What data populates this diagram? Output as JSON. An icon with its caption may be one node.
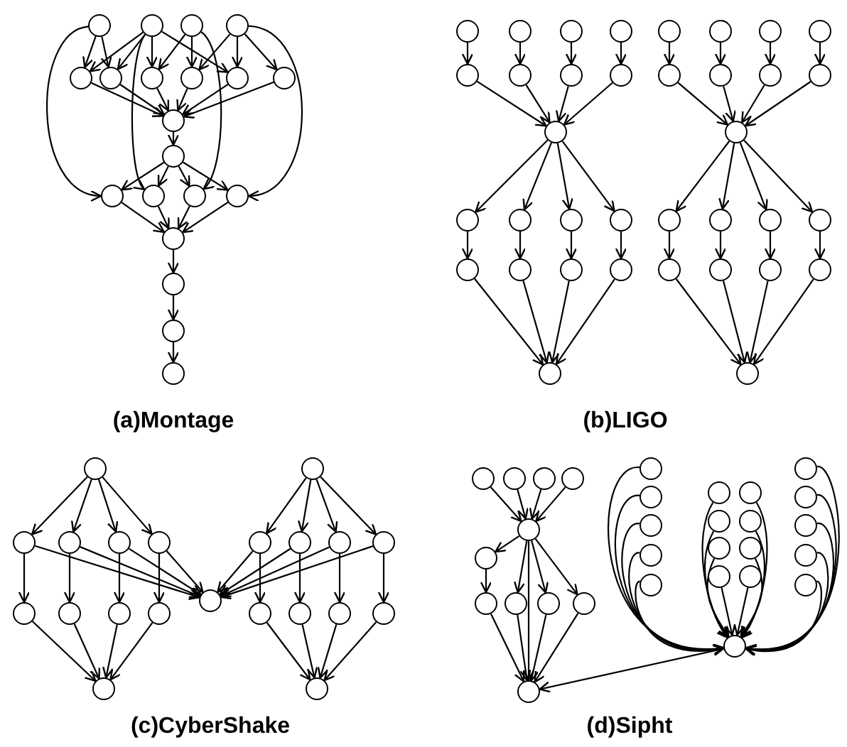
{
  "diagram": {
    "nodes": [
      {
        "text": [],
        "shape": "circle"
      },
      {
        "text": [],
        "shape": "circle"
      },
      {
        "text": [],
        "shape": "circle"
      },
      {
        "text": [],
        "shape": "circle"
      },
      {
        "text": [],
        "shape": "circle"
      },
      {
        "text": [],
        "shape": "circle"
      },
      {
        "text": [],
        "shape": "circle"
      },
      {
        "text": [],
        "shape": "circle"
      },
      {
        "text": [],
        "shape": "circle"
      },
      {
        "text": [],
        "shape": "circle"
      },
      {
        "text": [],
        "shape": "circle"
      },
      {
        "text": [],
        "shape": "circle"
      },
      {
        "text": [],
        "shape": "circle"
      },
      {
        "text": [],
        "shape": "circle"
      },
      {
        "text": [],
        "shape": "circle"
      },
      {
        "text": [],
        "shape": "circle"
      },
      {
        "text": [],
        "shape": "circle"
      },
      {
        "text": [],
        "shape": "circle"
      },
      {
        "text": [],
        "shape": "circle"
      },
      {
        "text": [],
        "shape": "circle"
      },
      {
        "text": [],
        "shape": "circle"
      },
      {
        "text": [],
        "shape": "circle"
      },
      {
        "text": [],
        "shape": "circle"
      },
      {
        "text": [],
        "shape": "circle"
      },
      {
        "text": [],
        "shape": "circle"
      },
      {
        "text": [],
        "shape": "circle"
      },
      {
        "text": [],
        "shape": "circle"
      },
      {
        "text": [],
        "shape": "circle"
      },
      {
        "text": [],
        "shape": "circle"
      },
      {
        "text": [],
        "shape": "circle"
      },
      {
        "text": [],
        "shape": "circle"
      },
      {
        "text": [],
        "shape": "circle"
      },
      {
        "text": [],
        "shape": "circle"
      },
      {
        "text": [],
        "shape": "circle"
      },
      {
        "text": [],
        "shape": "circle"
      },
      {
        "text": [],
        "shape": "circle"
      },
      {
        "text": [],
        "shape": "circle"
      },
      {
        "text": [],
        "shape": "circle"
      },
      {
        "text": [],
        "shape": "circle"
      },
      {
        "text": [],
        "shape": "circle"
      },
      {
        "text": [],
        "shape": "circle"
      },
      {
        "text": [],
        "shape": "circle"
      },
      {
        "text": [],
        "shape": "circle"
      },
      {
        "text": [],
        "shape": "circle"
      },
      {
        "text": [],
        "shape": "circle"
      },
      {
        "text": [],
        "shape": "circle"
      },
      {
        "text": [],
        "shape": "circle"
      },
      {
        "text": [],
        "shape": "circle"
      },
      {
        "text": [],
        "shape": "circle"
      },
      {
        "text": [],
        "shape": "circle"
      },
      {
        "text": [],
        "shape": "circle"
      },
      {
        "text": [],
        "shape": "circle"
      },
      {
        "text": [],
        "shape": "circle"
      },
      {
        "text": [],
        "shape": "circle"
      },
      {
        "text": [],
        "shape": "circle"
      },
      {
        "text": [],
        "shape": "circle"
      },
      {
        "text": [],
        "shape": "circle"
      },
      {
        "text": [],
        "shape": "circle"
      },
      {
        "text": [],
        "shape": "circle"
      },
      {
        "text": [],
        "shape": "circle"
      },
      {
        "text": [],
        "shape": "circle"
      },
      {
        "text": [],
        "shape": "circle"
      },
      {
        "text": [],
        "shape": "circle"
      },
      {
        "text": [],
        "shape": "circle"
      },
      {
        "text": [],
        "shape": "circle"
      },
      {
        "text": [],
        "shape": "circle"
      },
      {
        "text": [],
        "shape": "circle"
      },
      {
        "text": [],
        "shape": "circle"
      },
      {
        "text": [],
        "shape": "circle"
      },
      {
        "text": [],
        "shape": "circle"
      },
      {
        "text": [],
        "shape": "circle"
      },
      {
        "text": [],
        "shape": "circle"
      },
      {
        "text": [],
        "shape": "circle"
      },
      {
        "text": [],
        "shape": "circle"
      },
      {
        "text": [],
        "shape": "circle"
      },
      {
        "text": [],
        "shape": "circle"
      },
      {
        "text": [],
        "shape": "circle"
      },
      {
        "text": [],
        "shape": "circle"
      },
      {
        "text": [],
        "shape": "circle"
      },
      {
        "text": [],
        "shape": "circle"
      },
      {
        "text": [],
        "shape": "circle"
      },
      {
        "text": [],
        "shape": "circle"
      },
      {
        "text": [],
        "shape": "circle"
      },
      {
        "text": [],
        "shape": "circle"
      },
      {
        "text": [],
        "shape": "circle"
      },
      {
        "text": [],
        "shape": "circle"
      },
      {
        "text": [],
        "shape": "circle"
      },
      {
        "text": [],
        "shape": "circle"
      },
      {
        "text": [],
        "shape": "circle"
      },
      {
        "text": [],
        "shape": "circle"
      },
      {
        "text": [],
        "shape": "circle"
      },
      {
        "text": [],
        "shape": "circle"
      },
      {
        "text": [],
        "shape": "circle"
      },
      {
        "text": [],
        "shape": "circle"
      },
      {
        "text": [],
        "shape": "circle"
      },
      {
        "text": [],
        "shape": "circle"
      },
      {
        "text": [],
        "shape": "circle"
      },
      {
        "text": [],
        "shape": "circle"
      },
      {
        "text": [],
        "shape": "circle"
      },
      {
        "text": [],
        "shape": "circle"
      },
      {
        "text": [],
        "shape": "circle"
      },
      {
        "text": [],
        "shape": "circle"
      },
      {
        "text": [],
        "shape": "circle"
      },
      {
        "text": [],
        "shape": "circle"
      },
      {
        "text": [],
        "shape": "circle"
      },
      {
        "text": [],
        "shape": "circle"
      },
      {
        "text": [],
        "shape": "circle"
      }
    ],
    "edges": [
      {
        "from": 0,
        "to": 4,
        "arrow": "to"
      },
      {
        "from": 0,
        "to": 5,
        "arrow": "to"
      },
      {
        "from": 0,
        "to": 12,
        "arrow": "to"
      },
      {
        "from": 1,
        "to": 4,
        "arrow": "to"
      },
      {
        "from": 1,
        "to": 5,
        "arrow": "to"
      },
      {
        "from": 1,
        "to": 6,
        "arrow": "to"
      },
      {
        "from": 1,
        "to": 8,
        "arrow": "to"
      },
      {
        "from": 1,
        "to": 13,
        "arrow": "to"
      },
      {
        "from": 2,
        "to": 6,
        "arrow": "to"
      },
      {
        "from": 2,
        "to": 7,
        "arrow": "to"
      },
      {
        "from": 2,
        "to": 14,
        "arrow": "to"
      },
      {
        "from": 3,
        "to": 7,
        "arrow": "to"
      },
      {
        "from": 3,
        "to": 8,
        "arrow": "to"
      },
      {
        "from": 3,
        "to": 9,
        "arrow": "to"
      },
      {
        "from": 3,
        "to": 15,
        "arrow": "to"
      },
      {
        "from": 4,
        "to": 10,
        "arrow": "to"
      },
      {
        "from": 5,
        "to": 10,
        "arrow": "to"
      },
      {
        "from": 6,
        "to": 10,
        "arrow": "to"
      },
      {
        "from": 7,
        "to": 10,
        "arrow": "to"
      },
      {
        "from": 8,
        "to": 10,
        "arrow": "to"
      },
      {
        "from": 9,
        "to": 10,
        "arrow": "to"
      },
      {
        "from": 10,
        "to": 11,
        "arrow": "to"
      },
      {
        "from": 11,
        "to": 12,
        "arrow": "to"
      },
      {
        "from": 11,
        "to": 13,
        "arrow": "to"
      },
      {
        "from": 11,
        "to": 14,
        "arrow": "to"
      },
      {
        "from": 11,
        "to": 15,
        "arrow": "to"
      },
      {
        "from": 12,
        "to": 16,
        "arrow": "to"
      },
      {
        "from": 13,
        "to": 16,
        "arrow": "to"
      },
      {
        "from": 14,
        "to": 16,
        "arrow": "to"
      },
      {
        "from": 15,
        "to": 16,
        "arrow": "to"
      },
      {
        "from": 16,
        "to": 17,
        "arrow": "to"
      },
      {
        "from": 17,
        "to": 18,
        "arrow": "to"
      },
      {
        "from": 18,
        "to": 19,
        "arrow": "to"
      },
      {
        "from": 20,
        "to": 24,
        "arrow": "to"
      },
      {
        "from": 21,
        "to": 25,
        "arrow": "to"
      },
      {
        "from": 22,
        "to": 26,
        "arrow": "to"
      },
      {
        "from": 23,
        "to": 27,
        "arrow": "to"
      },
      {
        "from": 24,
        "to": 28,
        "arrow": "to"
      },
      {
        "from": 25,
        "to": 28,
        "arrow": "to"
      },
      {
        "from": 26,
        "to": 28,
        "arrow": "to"
      },
      {
        "from": 27,
        "to": 28,
        "arrow": "to"
      },
      {
        "from": 28,
        "to": 29,
        "arrow": "to"
      },
      {
        "from": 28,
        "to": 30,
        "arrow": "to"
      },
      {
        "from": 28,
        "to": 31,
        "arrow": "to"
      },
      {
        "from": 28,
        "to": 32,
        "arrow": "to"
      },
      {
        "from": 29,
        "to": 33,
        "arrow": "to"
      },
      {
        "from": 30,
        "to": 34,
        "arrow": "to"
      },
      {
        "from": 31,
        "to": 35,
        "arrow": "to"
      },
      {
        "from": 32,
        "to": 36,
        "arrow": "to"
      },
      {
        "from": 33,
        "to": 37,
        "arrow": "to"
      },
      {
        "from": 34,
        "to": 37,
        "arrow": "to"
      },
      {
        "from": 35,
        "to": 37,
        "arrow": "to"
      },
      {
        "from": 36,
        "to": 37,
        "arrow": "to"
      },
      {
        "from": 38,
        "to": 42,
        "arrow": "to"
      },
      {
        "from": 39,
        "to": 43,
        "arrow": "to"
      },
      {
        "from": 40,
        "to": 44,
        "arrow": "to"
      },
      {
        "from": 41,
        "to": 45,
        "arrow": "to"
      },
      {
        "from": 42,
        "to": 46,
        "arrow": "to"
      },
      {
        "from": 43,
        "to": 46,
        "arrow": "to"
      },
      {
        "from": 44,
        "to": 46,
        "arrow": "to"
      },
      {
        "from": 45,
        "to": 46,
        "arrow": "to"
      },
      {
        "from": 46,
        "to": 47,
        "arrow": "to"
      },
      {
        "from": 46,
        "to": 48,
        "arrow": "to"
      },
      {
        "from": 46,
        "to": 49,
        "arrow": "to"
      },
      {
        "from": 46,
        "to": 50,
        "arrow": "to"
      },
      {
        "from": 47,
        "to": 51,
        "arrow": "to"
      },
      {
        "from": 48,
        "to": 52,
        "arrow": "to"
      },
      {
        "from": 49,
        "to": 53,
        "arrow": "to"
      },
      {
        "from": 50,
        "to": 54,
        "arrow": "to"
      },
      {
        "from": 51,
        "to": 55,
        "arrow": "to"
      },
      {
        "from": 52,
        "to": 55,
        "arrow": "to"
      },
      {
        "from": 53,
        "to": 55,
        "arrow": "to"
      },
      {
        "from": 54,
        "to": 55,
        "arrow": "to"
      },
      {
        "from": 56,
        "to": 57,
        "arrow": "to"
      },
      {
        "from": 56,
        "to": 58,
        "arrow": "to"
      },
      {
        "from": 56,
        "to": 59,
        "arrow": "to"
      },
      {
        "from": 56,
        "to": 60,
        "arrow": "to"
      },
      {
        "from": 57,
        "to": 61,
        "arrow": "to"
      },
      {
        "from": 58,
        "to": 62,
        "arrow": "to"
      },
      {
        "from": 59,
        "to": 63,
        "arrow": "to"
      },
      {
        "from": 60,
        "to": 64,
        "arrow": "to"
      },
      {
        "from": 57,
        "to": 66,
        "arrow": "to"
      },
      {
        "from": 58,
        "to": 66,
        "arrow": "to"
      },
      {
        "from": 59,
        "to": 66,
        "arrow": "to"
      },
      {
        "from": 60,
        "to": 66,
        "arrow": "to"
      },
      {
        "from": 61,
        "to": 65,
        "arrow": "to"
      },
      {
        "from": 62,
        "to": 65,
        "arrow": "to"
      },
      {
        "from": 63,
        "to": 65,
        "arrow": "to"
      },
      {
        "from": 64,
        "to": 65,
        "arrow": "to"
      },
      {
        "from": 67,
        "to": 68,
        "arrow": "to"
      },
      {
        "from": 67,
        "to": 69,
        "arrow": "to"
      },
      {
        "from": 67,
        "to": 70,
        "arrow": "to"
      },
      {
        "from": 67,
        "to": 71,
        "arrow": "to"
      },
      {
        "from": 68,
        "to": 72,
        "arrow": "to"
      },
      {
        "from": 69,
        "to": 73,
        "arrow": "to"
      },
      {
        "from": 70,
        "to": 74,
        "arrow": "to"
      },
      {
        "from": 71,
        "to": 75,
        "arrow": "to"
      },
      {
        "from": 68,
        "to": 66,
        "arrow": "to"
      },
      {
        "from": 69,
        "to": 66,
        "arrow": "to"
      },
      {
        "from": 70,
        "to": 66,
        "arrow": "to"
      },
      {
        "from": 71,
        "to": 66,
        "arrow": "to"
      },
      {
        "from": 72,
        "to": 76,
        "arrow": "to"
      },
      {
        "from": 73,
        "to": 76,
        "arrow": "to"
      },
      {
        "from": 74,
        "to": 76,
        "arrow": "to"
      },
      {
        "from": 75,
        "to": 76,
        "arrow": "to"
      },
      {
        "from": 77,
        "to": 81,
        "arrow": "to"
      },
      {
        "from": 78,
        "to": 81,
        "arrow": "to"
      },
      {
        "from": 79,
        "to": 81,
        "arrow": "to"
      },
      {
        "from": 80,
        "to": 81,
        "arrow": "to"
      },
      {
        "from": 81,
        "to": 82,
        "arrow": "to"
      },
      {
        "from": 81,
        "to": 84,
        "arrow": "to"
      },
      {
        "from": 81,
        "to": 85,
        "arrow": "to"
      },
      {
        "from": 81,
        "to": 86,
        "arrow": "to"
      },
      {
        "from": 81,
        "to": 87,
        "arrow": "to"
      },
      {
        "from": 82,
        "to": 83,
        "arrow": "to"
      },
      {
        "from": 83,
        "to": 87,
        "arrow": "to"
      },
      {
        "from": 84,
        "to": 87,
        "arrow": "to"
      },
      {
        "from": 85,
        "to": 87,
        "arrow": "to"
      },
      {
        "from": 86,
        "to": 87,
        "arrow": "to"
      },
      {
        "from": 88,
        "to": 106,
        "arrow": "to"
      },
      {
        "from": 89,
        "to": 106,
        "arrow": "to"
      },
      {
        "from": 90,
        "to": 106,
        "arrow": "to"
      },
      {
        "from": 91,
        "to": 106,
        "arrow": "to"
      },
      {
        "from": 92,
        "to": 106,
        "arrow": "to"
      },
      {
        "from": 93,
        "to": 106,
        "arrow": "to"
      },
      {
        "from": 94,
        "to": 106,
        "arrow": "to"
      },
      {
        "from": 95,
        "to": 106,
        "arrow": "to"
      },
      {
        "from": 96,
        "to": 106,
        "arrow": "to"
      },
      {
        "from": 97,
        "to": 106,
        "arrow": "to"
      },
      {
        "from": 98,
        "to": 106,
        "arrow": "to"
      },
      {
        "from": 99,
        "to": 106,
        "arrow": "to"
      },
      {
        "from": 100,
        "to": 106,
        "arrow": "to"
      },
      {
        "from": 101,
        "to": 106,
        "arrow": "to"
      },
      {
        "from": 102,
        "to": 106,
        "arrow": "to"
      },
      {
        "from": 103,
        "to": 106,
        "arrow": "to"
      },
      {
        "from": 104,
        "to": 106,
        "arrow": "to"
      },
      {
        "from": 105,
        "to": 106,
        "arrow": "to"
      },
      {
        "from": 106,
        "to": 87,
        "arrow": "to"
      }
    ],
    "labels": [
      "(a)Montage",
      "(b)LIGO",
      "(c)CyberShake",
      "(d)Sipht"
    ]
  }
}
